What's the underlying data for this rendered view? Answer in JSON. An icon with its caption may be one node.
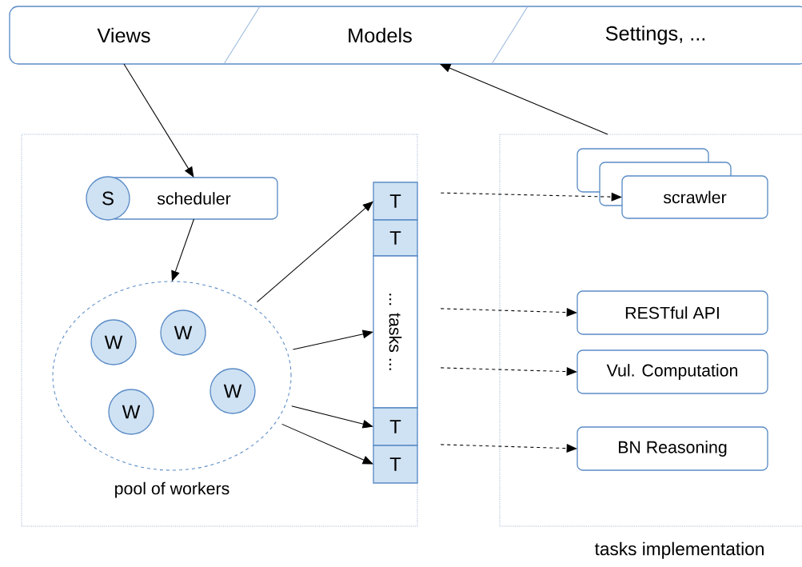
{
  "diagram": {
    "nodes": [
      {
        "text": [],
        "shape": "box"
      },
      {
        "text": [
          "Views"
        ],
        "in": 0
      },
      {
        "text": [
          "Models"
        ],
        "in": 0
      },
      {
        "text": [
          "Settings, ..."
        ],
        "in": 0
      },
      {
        "text": [],
        "shape": "box"
      },
      {
        "text": [
          "scheduler"
        ],
        "in": 4
      },
      {
        "text": [
          "S"
        ],
        "in": 4
      },
      {
        "text": [],
        "shape": "ellipse",
        "beside": [
          "pool of workers"
        ],
        "in": 4
      },
      {
        "text": [
          "W"
        ],
        "in": 7
      },
      {
        "text": [
          "W"
        ],
        "in": 7
      },
      {
        "text": [
          "W"
        ],
        "in": 7
      },
      {
        "text": [
          "W"
        ],
        "in": 7
      },
      {
        "text": [
          "T"
        ],
        "in": 4
      },
      {
        "text": [
          "T"
        ],
        "in": 4
      },
      {
        "text": [
          "... tasks ..."
        ],
        "in": 4
      },
      {
        "text": [
          "T"
        ],
        "in": 4
      },
      {
        "text": [
          "T"
        ],
        "in": 4
      },
      {
        "text": [
          "tasks implementation"
        ]
      },
      {
        "text": [
          "scrawler"
        ],
        "in": 17
      },
      {
        "text": [
          "RESTful API"
        ],
        "in": 17
      },
      {
        "text": [
          "Vul. Computation"
        ],
        "in": 17
      },
      {
        "text": [
          "BN Reasoning"
        ],
        "in": 17
      }
    ],
    "edges": [
      {
        "from": 1,
        "to": 5,
        "arrow": "to"
      },
      {
        "from": 5,
        "to": 7,
        "arrow": "to"
      },
      {
        "from": 7,
        "to": 12,
        "arrow": "to"
      },
      {
        "from": 7,
        "to": 14,
        "arrow": "to"
      },
      {
        "from": 7,
        "to": 15,
        "arrow": "to"
      },
      {
        "from": 7,
        "to": 16,
        "arrow": "to"
      },
      {
        "from": 12,
        "to": 18,
        "arrow": "to",
        "style": "dashed"
      },
      {
        "from": 14,
        "to": 19,
        "arrow": "to",
        "style": "dashed"
      },
      {
        "from": 14,
        "to": 20,
        "arrow": "to",
        "style": "dashed"
      },
      {
        "from": 15,
        "to": 21,
        "arrow": "to",
        "style": "dashed"
      },
      {
        "from": 17,
        "to": 2,
        "arrow": "to"
      }
    ]
  }
}
